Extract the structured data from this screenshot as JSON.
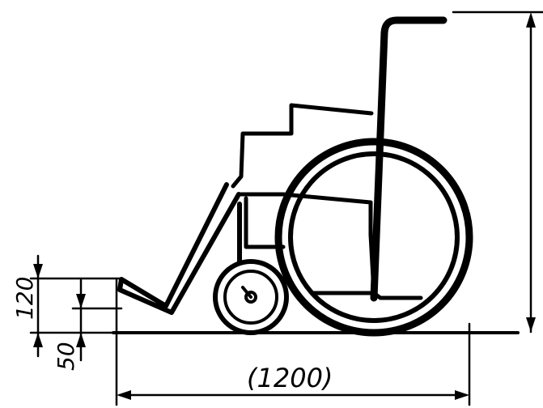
{
  "dimensions": {
    "width_label": "(1200)",
    "footrest_height_label": "120",
    "footrest_clearance_label": "50"
  },
  "colors": {
    "ink": "#000000",
    "background": "#ffffff"
  }
}
